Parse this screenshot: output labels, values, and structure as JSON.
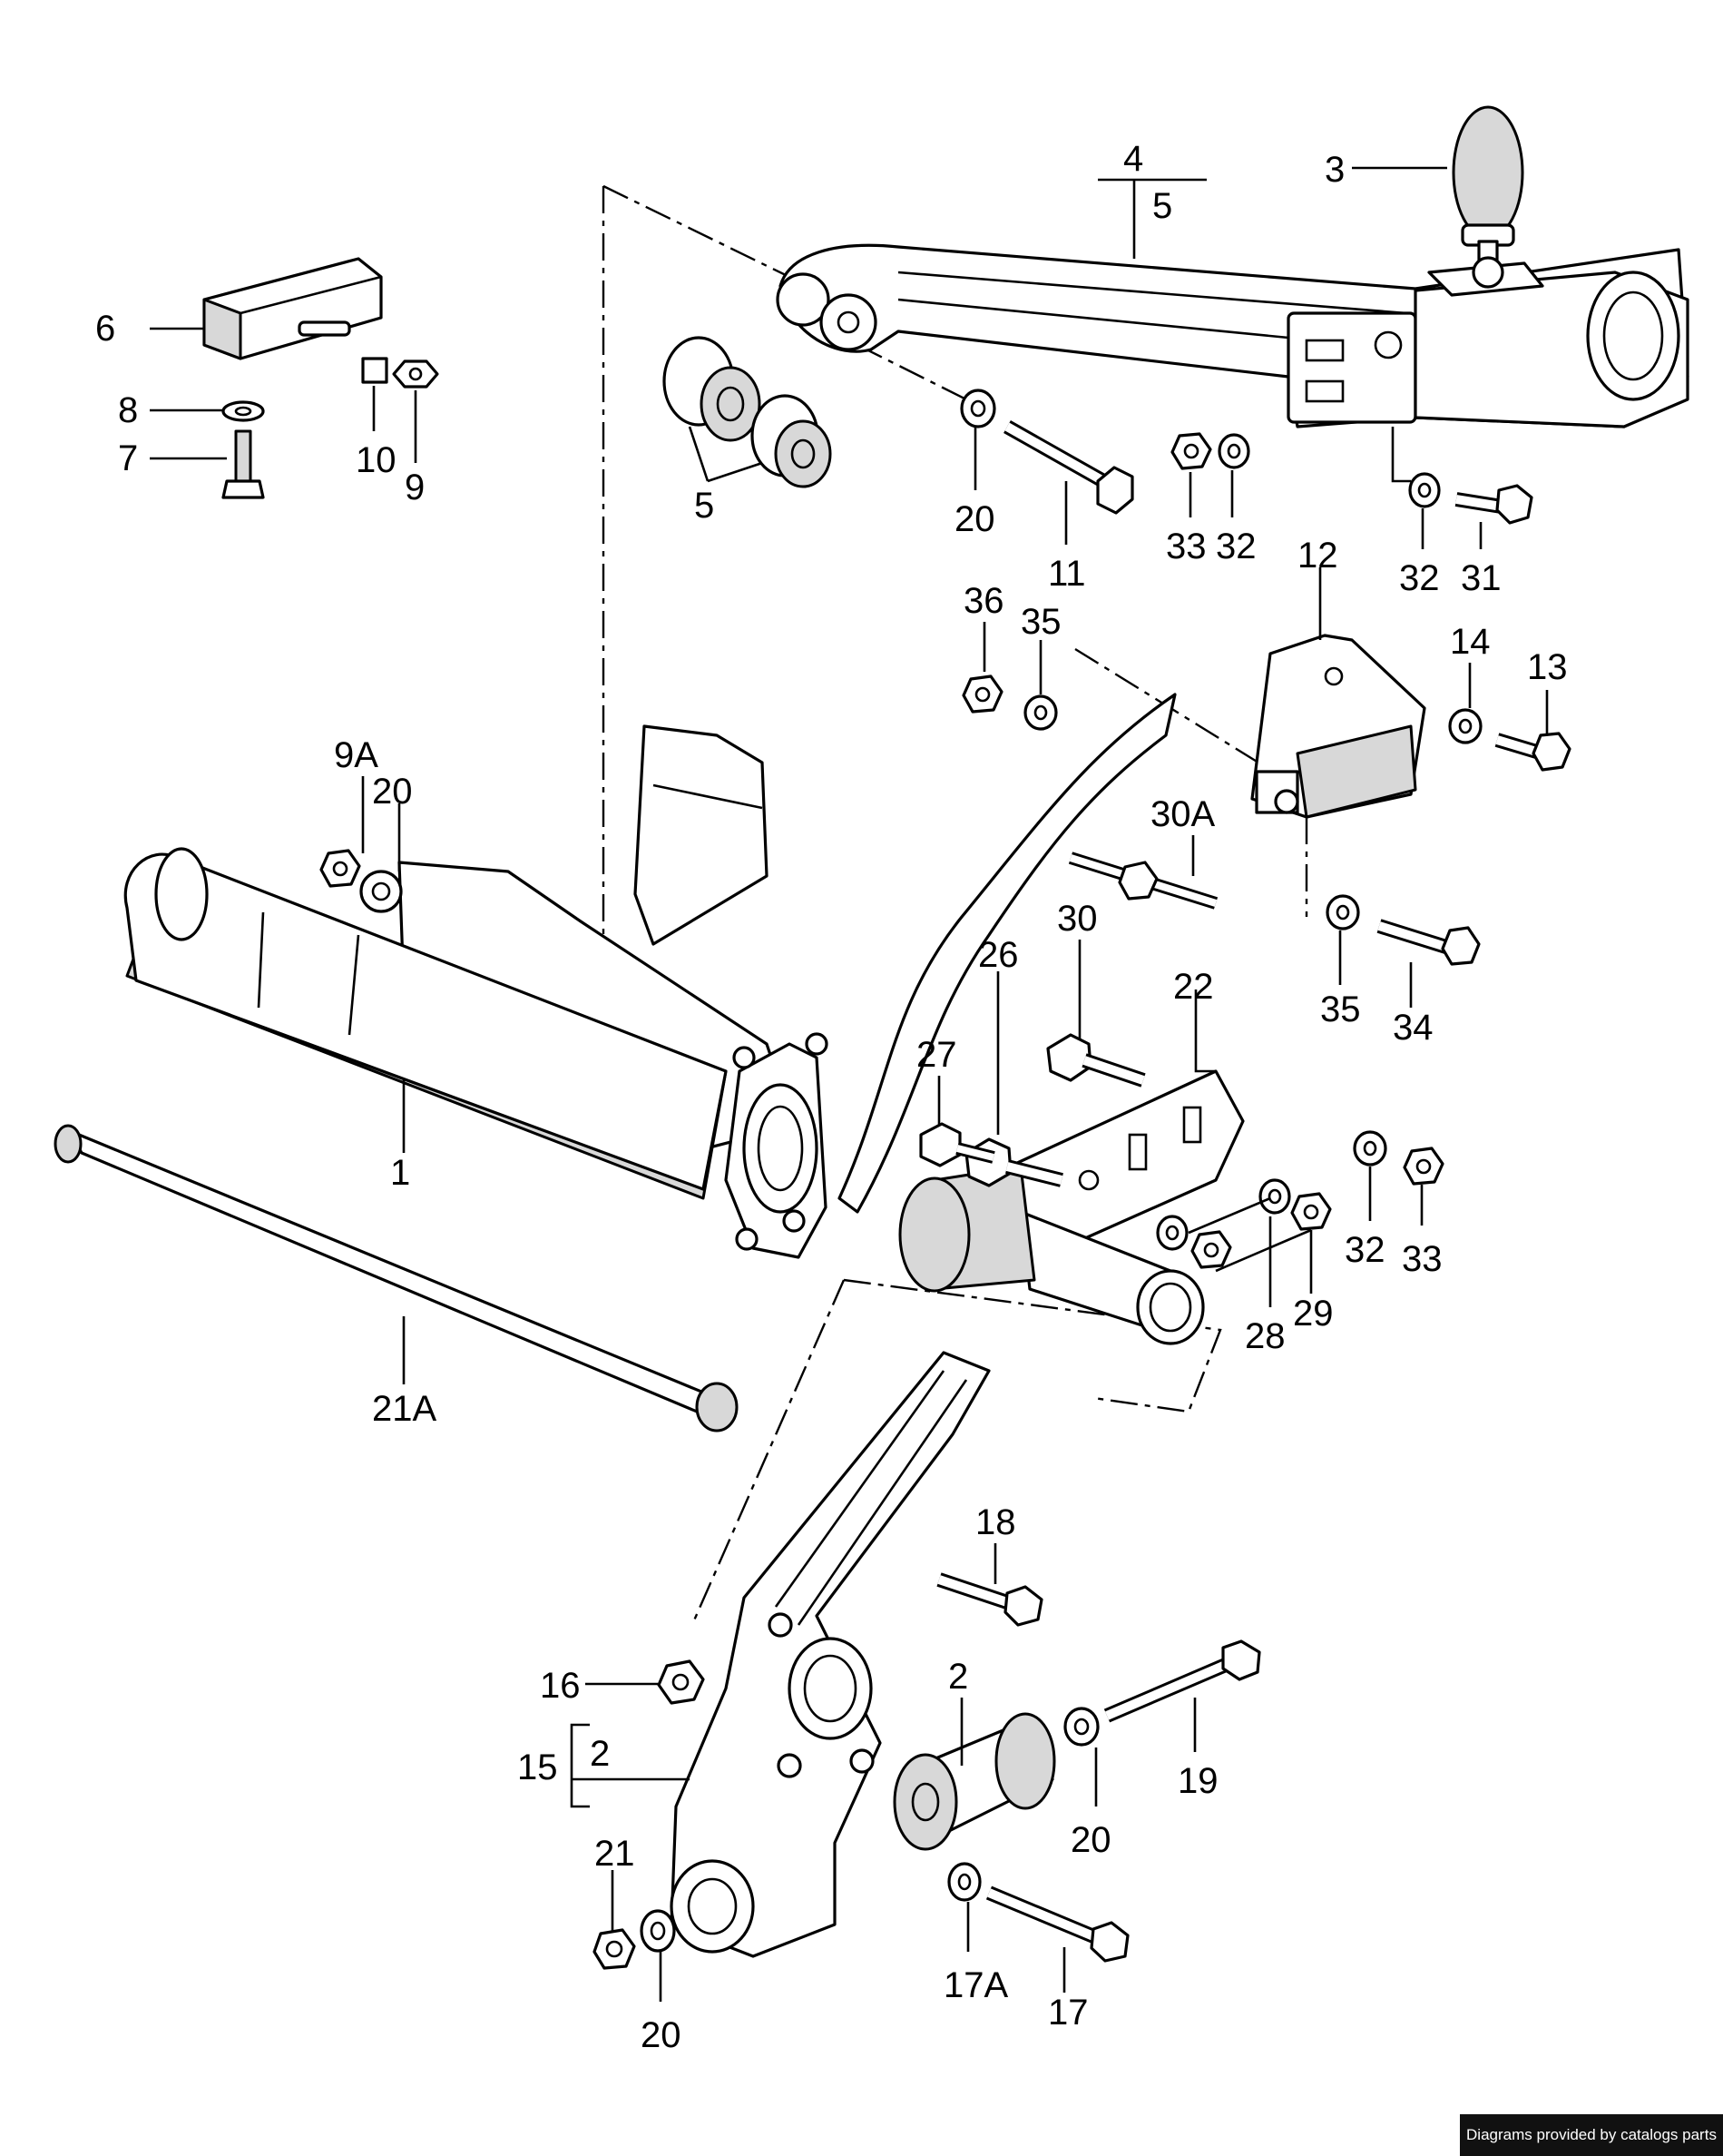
{
  "callouts": {
    "c1": "1",
    "c2a": "2",
    "c2b": "2",
    "c3": "3",
    "c4": "4",
    "c5a": "5",
    "c5b": "5",
    "c6": "6",
    "c7": "7",
    "c8": "8",
    "c9": "9",
    "c9a": "9A",
    "c10": "10",
    "c11": "11",
    "c12": "12",
    "c13": "13",
    "c14": "14",
    "c15": "15",
    "c16": "16",
    "c17": "17",
    "c17a": "17A",
    "c18": "18",
    "c19": "19",
    "c20a": "20",
    "c20b": "20",
    "c20c": "20",
    "c20d": "20",
    "c21": "21",
    "c21a": "21A",
    "c22": "22",
    "c26": "26",
    "c27": "27",
    "c28": "28",
    "c29": "29",
    "c30": "30",
    "c30a": "30A",
    "c31": "31",
    "c32a": "32",
    "c32b": "32",
    "c32c": "32",
    "c33a": "33",
    "c33b": "33",
    "c34": "34",
    "c35a": "35",
    "c35b": "35",
    "c36": "36"
  },
  "footer": {
    "credit": "Diagrams provided by catalogs parts"
  },
  "colors": {
    "ink": "#000000",
    "paper": "#ffffff",
    "shade": "#d8d8d8"
  }
}
